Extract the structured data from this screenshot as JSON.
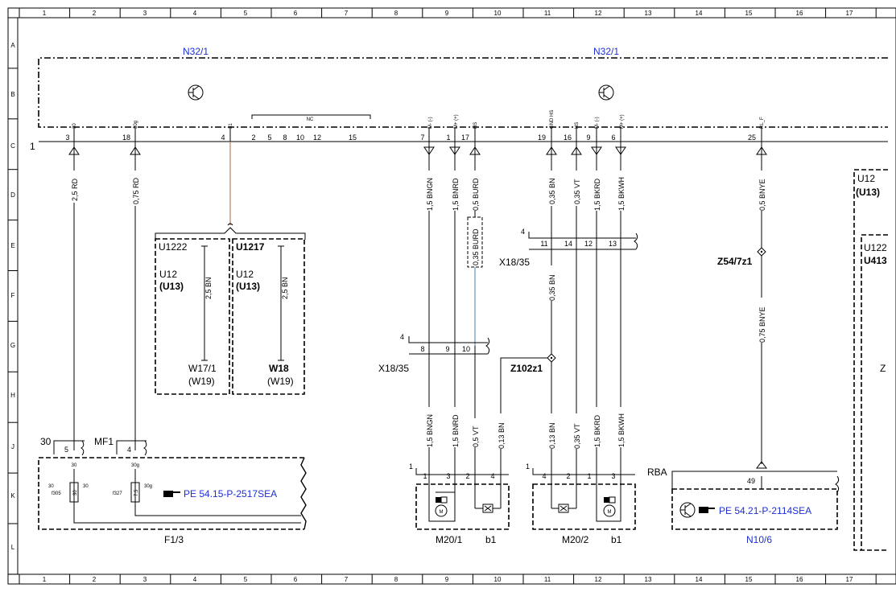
{
  "grid": {
    "columns": [
      "1",
      "2",
      "3",
      "4",
      "5",
      "6",
      "7",
      "8",
      "9",
      "10",
      "11",
      "12",
      "13",
      "14",
      "15",
      "16",
      "17"
    ],
    "rows": [
      "A",
      "B",
      "C",
      "D",
      "E",
      "F",
      "G",
      "H",
      "J",
      "K",
      "L"
    ]
  },
  "modules": {
    "n32_left": "N32/1",
    "n32_right": "N32/1",
    "n32_connector": "1",
    "nc_label": "NC",
    "nc_pins": [
      "2",
      "5",
      "8",
      "10",
      "12",
      "15"
    ],
    "conn_pin_labels": [
      "30",
      "30g",
      "31",
      "M- (-)",
      "M+ (+)",
      "HS",
      "GND HS",
      "HS",
      "M- (-)",
      "M+ (+)",
      "RL_F"
    ],
    "pins": [
      "3",
      "18",
      "4",
      "7",
      "1",
      "17",
      "19",
      "16",
      "9",
      "6",
      "25"
    ]
  },
  "wires": {
    "w_2_5rd": "2,5 RD",
    "w_075rd": "0,75 RD",
    "w_15bngn": "1,5 BNGN",
    "w_15bnrd": "1,5 BNRD",
    "w_05burd": "0,5 BURD",
    "w_035bn": "0,35 BN",
    "w_035vt": "0,35 VT",
    "w_15bkrd": "1,5 BKRD",
    "w_15bkwh": "1,5 BKWH",
    "w_05bnye": "0,5 BNYE",
    "w_075bnye": "0,75 BNYE",
    "w_05vt": "0,5 VT",
    "w_013bn": "0,13 BN",
    "w_013bn_b": "0,13 BN",
    "w_035bn_b": "0,35 BN",
    "w_035vt_b": "0,35 VT",
    "w_25bn": "2,5 BN",
    "w_25bn_b": "2,5 BN",
    "w_035burd": "0,35 BURD"
  },
  "variants": {
    "u1222": "U1222",
    "u1217": "U1217",
    "u12a": "U12",
    "u13a": "(U13)",
    "u12b": "U12",
    "u13b": "(U13)",
    "w17": "W17/1",
    "w19a": "(W19)",
    "w18": "W18",
    "w19b": "(W19)",
    "u12_right": "U12",
    "u13_right": "(U13)",
    "u122_right": "U122",
    "u413_right": "U413",
    "z_right": "Z"
  },
  "connectors": {
    "x18_35_top": "X18/35",
    "x18_35_top_num": "4",
    "x18_35_top_pins": [
      "11",
      "14",
      "12",
      "13"
    ],
    "x18_35_bot": "X18/35",
    "x18_35_bot_num": "4",
    "x18_35_bot_pins": [
      "8",
      "9",
      "10"
    ],
    "z102": "Z102z1",
    "z54": "Z54/7z1"
  },
  "fuses": {
    "mf1": "MF1",
    "left_num": "30",
    "pin5": "5",
    "pin4": "4",
    "f305": "f305",
    "f327": "f327",
    "t30a": "30",
    "t30b": "30",
    "t30c": "30",
    "t30g_a": "30g",
    "t30g_b": "30g",
    "f30": "30",
    "f75": "7.5",
    "ref": "PE 54.15-P-2517SEA",
    "name": "F1/3"
  },
  "motors": {
    "m20_1": "M20/1",
    "m20_2": "M20/2",
    "b1a": "b1",
    "b1b": "b1",
    "num1a": "1",
    "num1b": "1",
    "m1_pins": [
      "1",
      "3",
      "2",
      "4"
    ],
    "m2_pins": [
      "4",
      "2",
      "1",
      "3"
    ]
  },
  "rba": {
    "label": "RBA",
    "pin": "49",
    "ref": "PE 54.21-P-2114SEA",
    "name": "N10/6"
  }
}
